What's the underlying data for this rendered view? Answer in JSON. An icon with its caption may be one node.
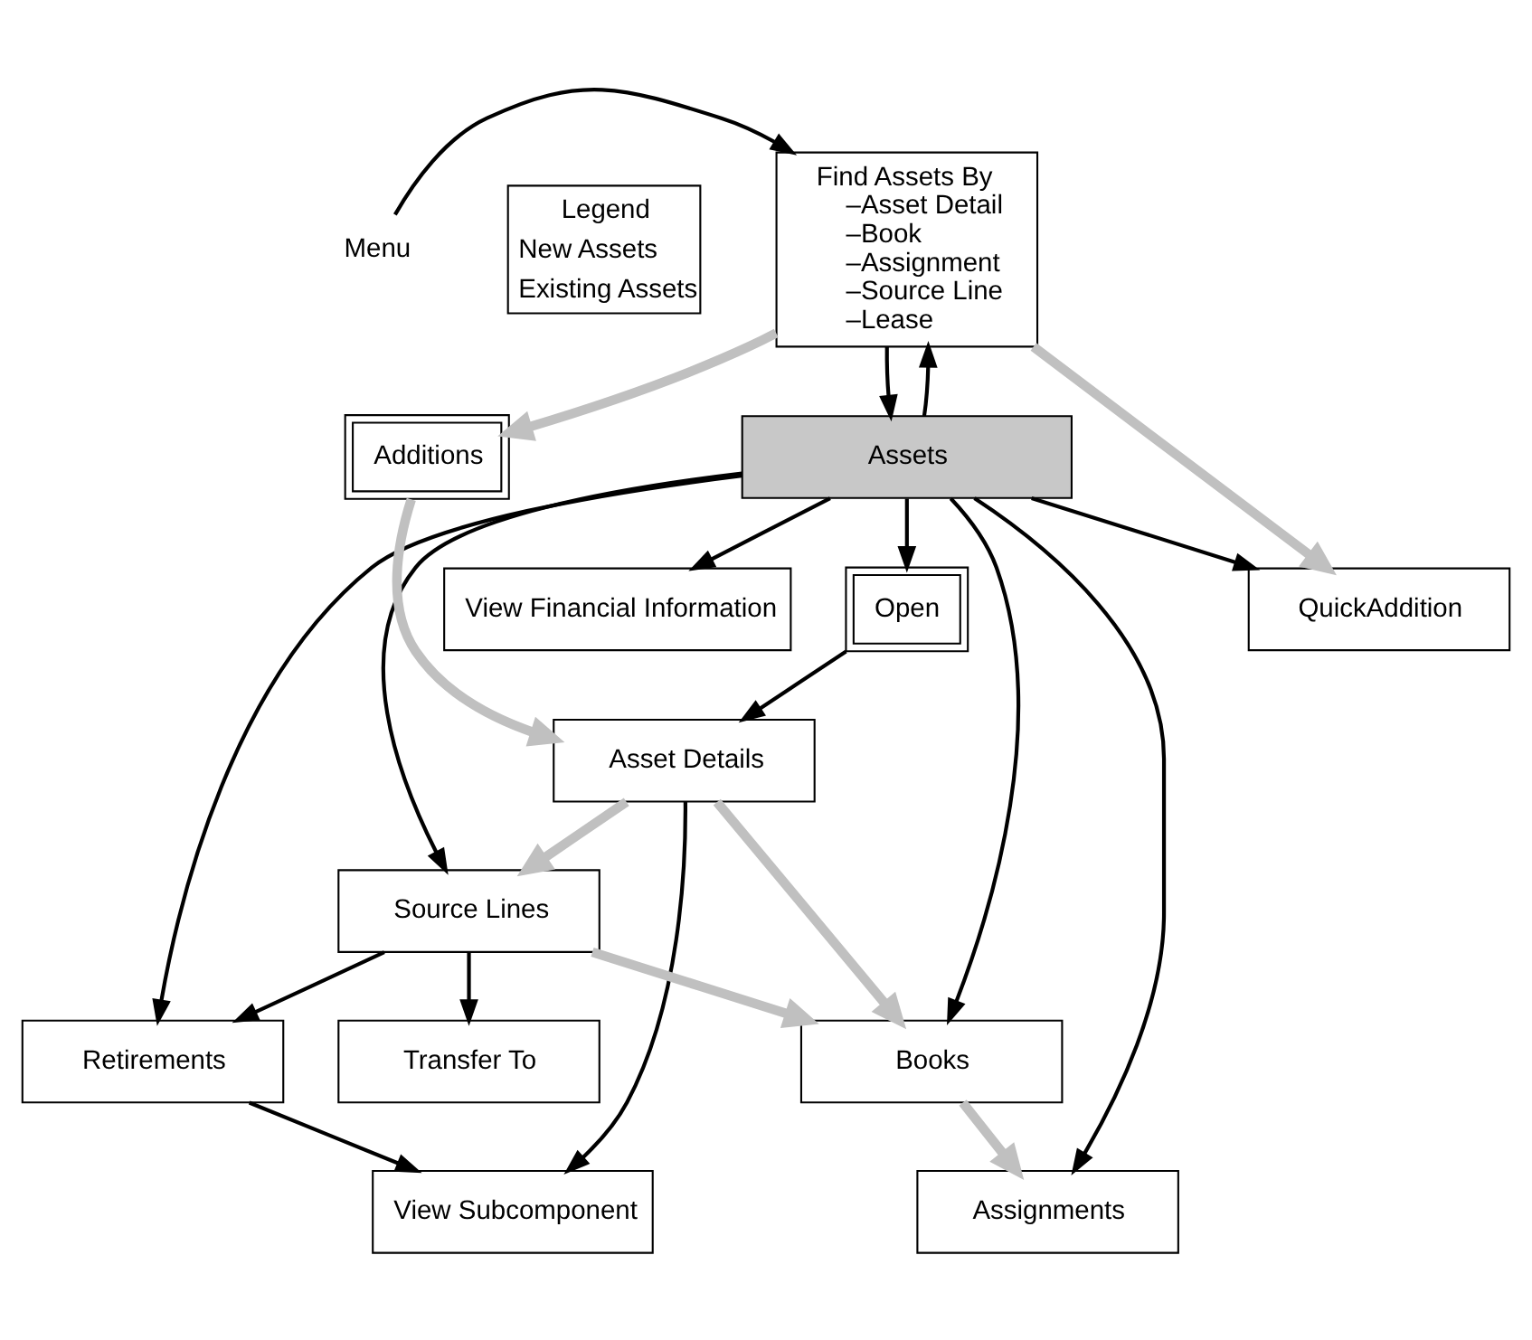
{
  "diagram": {
    "nodes": [
      {
        "text": [
          "Find Assets By",
          "–Asset Detail",
          "–Book",
          "–Assignment",
          "–Source Line",
          "–Lease"
        ]
      },
      {
        "text": [
          "Menu"
        ]
      },
      {
        "text": [
          "Assets"
        ]
      },
      {
        "text": [
          "Additions"
        ]
      },
      {
        "text": [
          "Asset Details"
        ]
      },
      {
        "text": [
          "Open"
        ]
      },
      {
        "text": [
          "QuickAddition"
        ]
      },
      {
        "text": [
          "View Subcomponent"
        ]
      },
      {
        "text": [
          "Retirements"
        ]
      },
      {
        "text": [
          "Source Lines"
        ]
      },
      {
        "text": [
          "Books"
        ]
      },
      {
        "text": [
          "View Financial Information"
        ]
      },
      {
        "text": [
          "Transfer To"
        ]
      },
      {
        "text": [
          "Assignments"
        ]
      }
    ],
    "edges": [
      {
        "from": 1,
        "to": 0,
        "arrow": "to"
      },
      {
        "from": 0,
        "to": 2,
        "arrow": "to"
      },
      {
        "from": 2,
        "to": 0,
        "arrow": "to"
      },
      {
        "from": 0,
        "to": 3,
        "arrow": "to",
        "style": "thick",
        "color": "#c0c0c0"
      },
      {
        "from": 3,
        "to": 4,
        "arrow": "to",
        "style": "thick",
        "color": "#c0c0c0"
      },
      {
        "from": 0,
        "to": 6,
        "arrow": "to",
        "style": "thick",
        "color": "#c0c0c0"
      },
      {
        "from": 2,
        "to": 5,
        "arrow": "to"
      },
      {
        "from": 5,
        "to": 4,
        "arrow": "to"
      },
      {
        "from": 4,
        "to": 7,
        "arrow": "to"
      },
      {
        "from": 4,
        "to": 9,
        "arrow": "to",
        "style": "thick",
        "color": "#c0c0c0"
      },
      {
        "from": 4,
        "to": 10,
        "arrow": "to",
        "style": "thick",
        "color": "#c0c0c0"
      },
      {
        "from": 2,
        "to": 6,
        "arrow": "to"
      },
      {
        "from": 2,
        "to": 8,
        "arrow": "to"
      },
      {
        "from": 8,
        "to": 7,
        "arrow": "to"
      },
      {
        "from": 2,
        "to": 9,
        "arrow": "to"
      },
      {
        "from": 9,
        "to": 8,
        "arrow": "to"
      },
      {
        "from": 2,
        "to": 11,
        "arrow": "to"
      },
      {
        "from": 2,
        "to": 10,
        "arrow": "to"
      },
      {
        "from": 2,
        "to": 13,
        "arrow": "to"
      },
      {
        "from": 9,
        "to": 10,
        "arrow": "to",
        "style": "thick",
        "color": "#c0c0c0"
      },
      {
        "from": 9,
        "to": 12,
        "arrow": "to"
      },
      {
        "from": 10,
        "to": 13,
        "arrow": "to",
        "style": "thick",
        "color": "#c0c0c0"
      }
    ],
    "labels": [
      "Legend"
    ],
    "legend": [
      {
        "text": "New Assets"
      },
      {
        "text": "Existing Assets"
      }
    ]
  }
}
